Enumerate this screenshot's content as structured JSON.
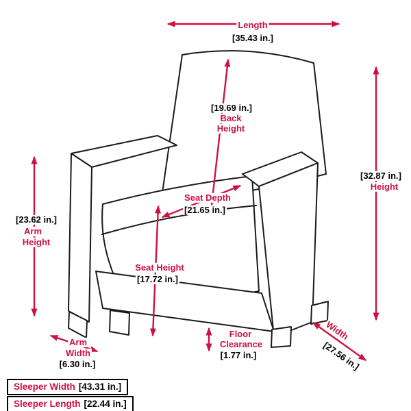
{
  "colors": {
    "accent": "#ce1141",
    "line": "#1a1a1a",
    "background": "#ffffff"
  },
  "dimensions": {
    "length": {
      "label": "Length",
      "value": "[35.43 in.]"
    },
    "back_height": {
      "label_line1": "Back",
      "label_line2": "Height",
      "value": "[19.69 in.]"
    },
    "height": {
      "label": "Height",
      "value": "[32.87 in.]"
    },
    "arm_height": {
      "label_line1": "Arm",
      "label_line2": "Height",
      "value": "[23.62 in.]"
    },
    "seat_depth": {
      "label": "Seat Depth",
      "value": "[21.65 in.]"
    },
    "seat_height": {
      "label": "Seat Height",
      "value": "[17.72 in.]"
    },
    "arm_width": {
      "label_line1": "Arm",
      "label_line2": "Width",
      "value": "[6.30 in.]"
    },
    "floor_clearance": {
      "label_line1": "Floor",
      "label_line2": "Clearance",
      "value": "[1.77 in.]"
    },
    "width": {
      "label": "Width",
      "value": "[27.56 in.]"
    },
    "sleeper_width": {
      "label": "Sleeper Width",
      "value": "[43.31 in.]"
    },
    "sleeper_length": {
      "label": "Sleeper Length",
      "value": "[22.44 in.]"
    }
  }
}
